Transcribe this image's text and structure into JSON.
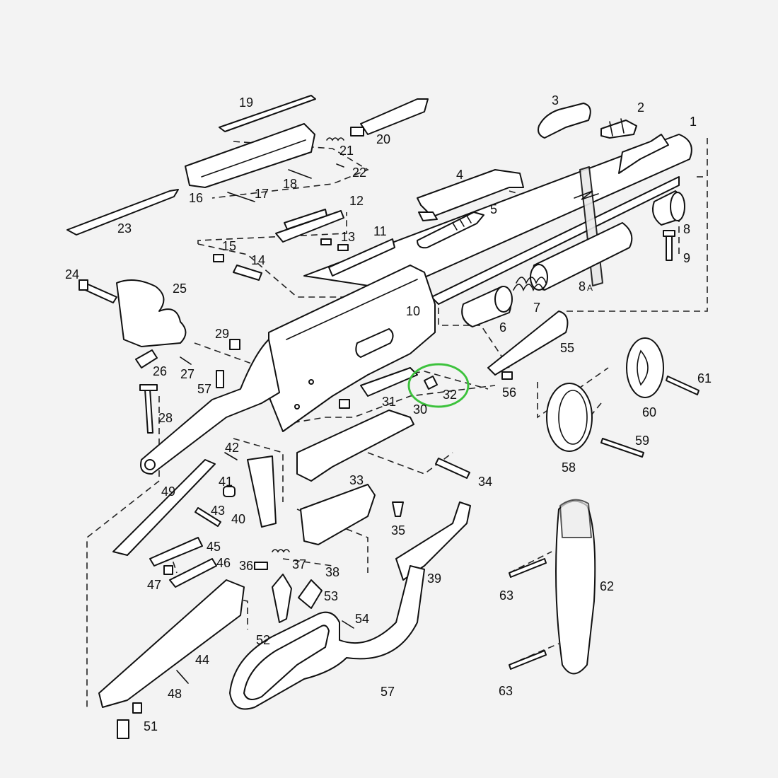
{
  "highlight_color": "#3cc23c",
  "labels": {
    "p1": "1",
    "p2": "2",
    "p3": "3",
    "p4": "4",
    "p5": "5",
    "p6": "6",
    "p7": "7",
    "p8": "8",
    "p8a": "8",
    "p8a_sub": "A",
    "p9": "9",
    "p10": "10",
    "p11": "11",
    "p12": "12",
    "p13": "13",
    "p14": "14",
    "p15": "15",
    "p16": "16",
    "p17": "17",
    "p18": "18",
    "p19": "19",
    "p20": "20",
    "p21": "21",
    "p22": "22",
    "p23": "23",
    "p24": "24",
    "p25": "25",
    "p26": "26",
    "p27": "27",
    "p28": "28",
    "p29": "29",
    "p30": "30",
    "p31": "31",
    "p32": "32",
    "p33": "33",
    "p34": "34",
    "p35": "35",
    "p36": "36",
    "p37": "37",
    "p38": "38",
    "p39": "39",
    "p40": "40",
    "p41": "41",
    "p42": "42",
    "p43": "43",
    "p44": "44",
    "p45": "45",
    "p46": "46",
    "p47": "47",
    "p48": "48",
    "p49": "49",
    "p51": "51",
    "p52": "52",
    "p53": "53",
    "p54": "54",
    "p55": "55",
    "p56": "56",
    "p57a": "57",
    "p57b": "57",
    "p58": "58",
    "p59": "59",
    "p60": "60",
    "p61": "61",
    "p62": "62",
    "p63a": "63",
    "p63b": "63"
  }
}
